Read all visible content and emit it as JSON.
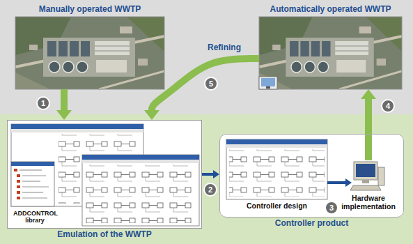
{
  "diagram": {
    "nodes": [
      {
        "text": [
          "Manually operated WWTP"
        ]
      },
      {
        "text": [
          "Automatically operated WWTP"
        ]
      },
      {
        "text": [
          "Emulation of the WWTP"
        ]
      },
      {
        "text": [
          "Controller product"
        ]
      },
      {
        "text": [
          "Controller design"
        ],
        "in": 3
      },
      {
        "text": [
          "Hardware implementation"
        ],
        "in": 3
      }
    ],
    "edges": [
      {
        "from": 0,
        "to": 2,
        "arrow": "to"
      },
      {
        "from": 2,
        "to": 3,
        "arrow": "to"
      },
      {
        "from": 4,
        "to": 5,
        "arrow": "to"
      },
      {
        "from": 5,
        "to": 1,
        "arrow": "to"
      },
      {
        "from": 1,
        "to": 2,
        "arrow": "to"
      }
    ],
    "labels": [
      "ADDCONTROL library",
      "1",
      "2",
      "3",
      "4",
      "5",
      "Refining"
    ]
  }
}
